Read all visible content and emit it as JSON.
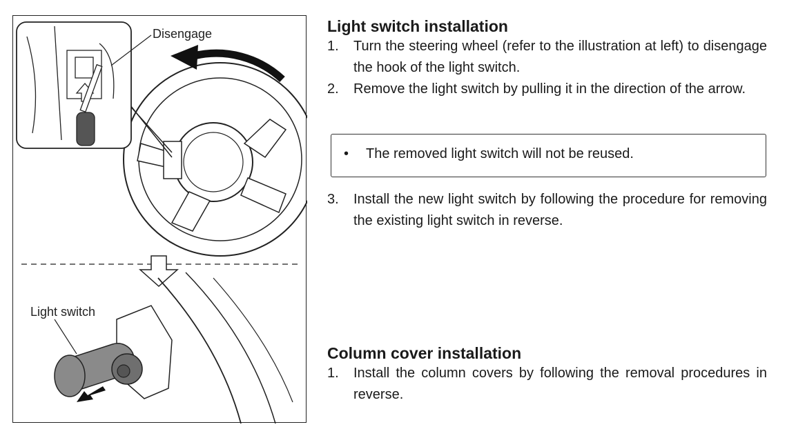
{
  "figure": {
    "label_disengage": "Disengage",
    "label_light_switch": "Light switch"
  },
  "section1": {
    "heading": "Light switch installation",
    "steps": [
      {
        "num": "1.",
        "text": "Turn the steering wheel (refer to the illustration at left) to disengage the hook of the light switch."
      },
      {
        "num": "2.",
        "text": "Remove the light switch by pulling it in the direction of the arrow."
      }
    ],
    "note": {
      "bullet": "•",
      "text": "The removed light switch will not be reused."
    },
    "step3": {
      "num": "3.",
      "text": "Install the new light switch by following the procedure for removing the existing light switch in reverse."
    }
  },
  "section2": {
    "heading": "Column cover installation",
    "steps": [
      {
        "num": "1.",
        "text": "Install the column covers by following the removal procedures in reverse."
      }
    ]
  }
}
